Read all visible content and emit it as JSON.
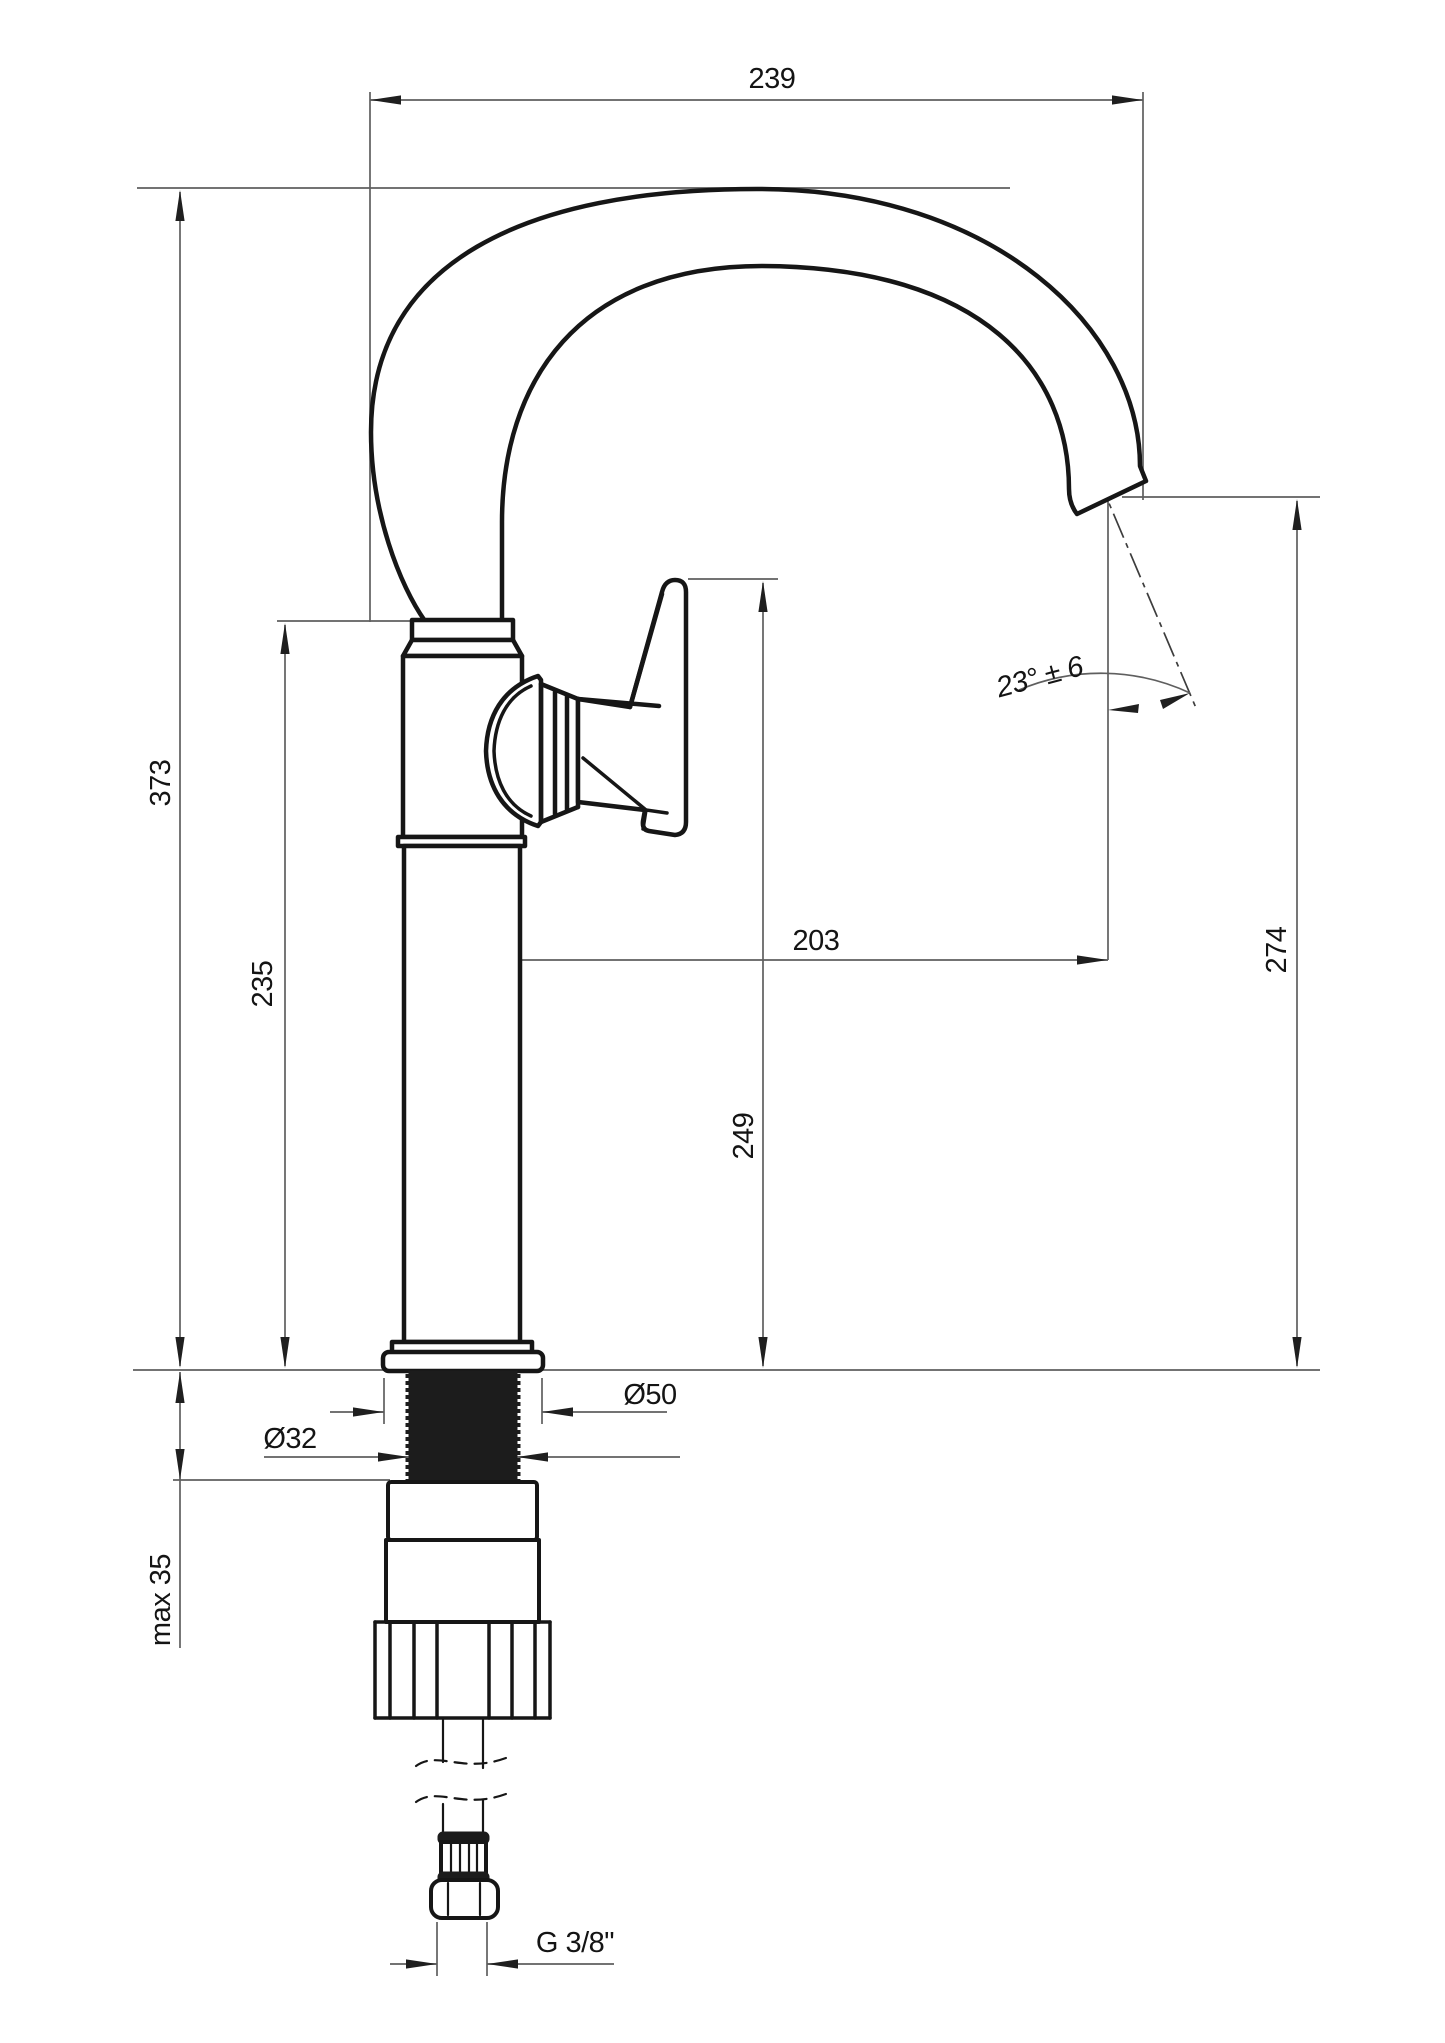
{
  "meta": {
    "drawing_type": "faucet dimensional technical drawing",
    "colors": {
      "ink": "#161616",
      "dim": "#5f5f5f",
      "arrow": "#1f1f1f",
      "paper": "#ffffff"
    }
  },
  "dims": {
    "top_width": "239",
    "total_height": "373",
    "body_height": "235",
    "spout_reach": "203",
    "handle_height": "249",
    "outlet_height": "274",
    "deck_thickness": "max 35",
    "outlet_angle": "23° ± 6",
    "flange_diameter": "Ø50",
    "shank_diameter": "Ø32",
    "hose_thread": "G 3/8\""
  }
}
